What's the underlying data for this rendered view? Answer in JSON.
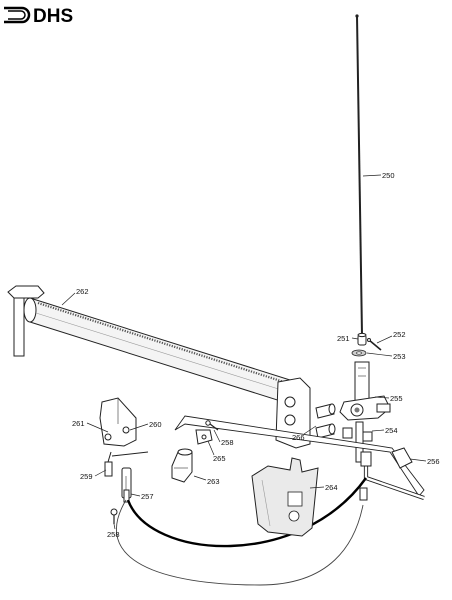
{
  "brand": {
    "logo_text": "DHS"
  },
  "callouts": [
    {
      "id": "250",
      "label": "250"
    },
    {
      "id": "251",
      "label": "251"
    },
    {
      "id": "252",
      "label": "252"
    },
    {
      "id": "253",
      "label": "253"
    },
    {
      "id": "254",
      "label": "254"
    },
    {
      "id": "255",
      "label": "255"
    },
    {
      "id": "256",
      "label": "256"
    },
    {
      "id": "257",
      "label": "257"
    },
    {
      "id": "258a",
      "label": "258"
    },
    {
      "id": "258b",
      "label": "258"
    },
    {
      "id": "259",
      "label": "259"
    },
    {
      "id": "260",
      "label": "260"
    },
    {
      "id": "261",
      "label": "261"
    },
    {
      "id": "262",
      "label": "262"
    },
    {
      "id": "263",
      "label": "263"
    },
    {
      "id": "264",
      "label": "264"
    },
    {
      "id": "265",
      "label": "265"
    },
    {
      "id": "266",
      "label": "266"
    }
  ]
}
